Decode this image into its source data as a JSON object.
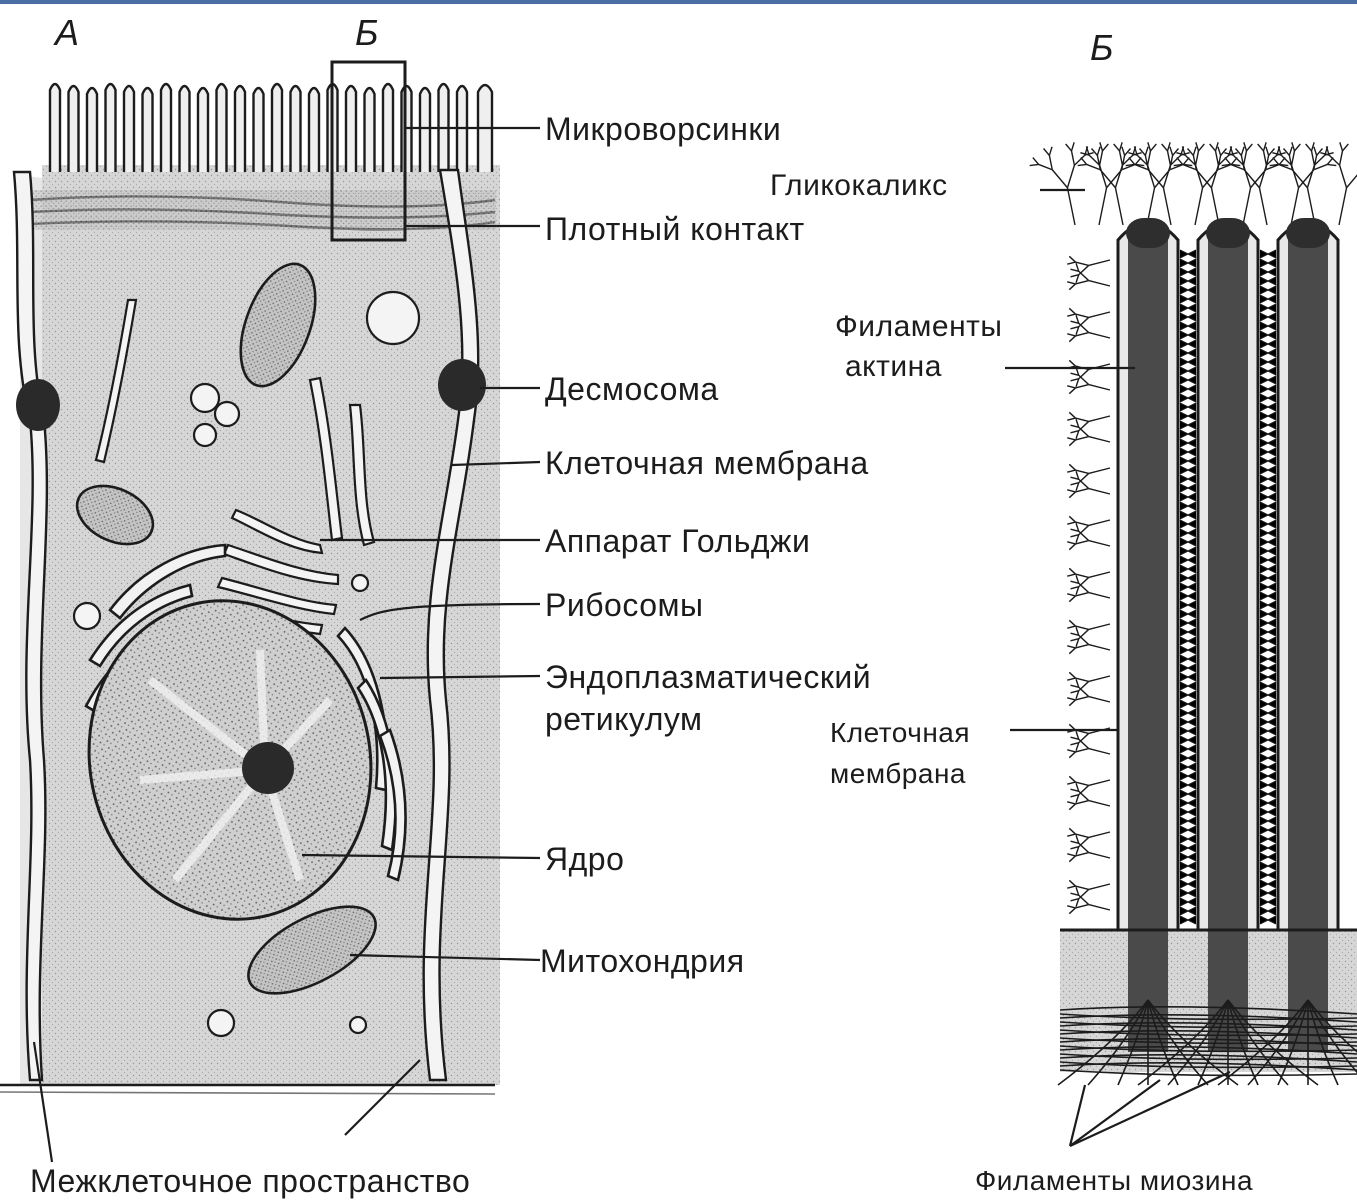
{
  "panels": {
    "a": "А",
    "b_box": "Б",
    "b_right": "Б"
  },
  "labels": {
    "microvilli": "Микроворсинки",
    "tight_junction": "Плотный контакт",
    "desmosome": "Десмосома",
    "cell_membrane": "Клеточная мембрана",
    "golgi": "Аппарат Гольджи",
    "ribosomes": "Рибосомы",
    "er_line1": "Эндоплазматический",
    "er_line2": "ретикулум",
    "nucleus": "Ядро",
    "mitochondrion": "Митохондрия",
    "intercellular_space": "Межклеточное пространство"
  },
  "right_labels": {
    "glycocalyx": "Гликокаликс",
    "actin_line1": "Филаменты",
    "actin_line2": "актина",
    "membrane_line1": "Клеточная",
    "membrane_line2": "мембрана",
    "myosin": "Филаменты миозина"
  },
  "colors": {
    "cytoplasm": "#d9d9d9",
    "ink": "#1c1c1c",
    "membrane_fill": "#f2f2f2"
  }
}
